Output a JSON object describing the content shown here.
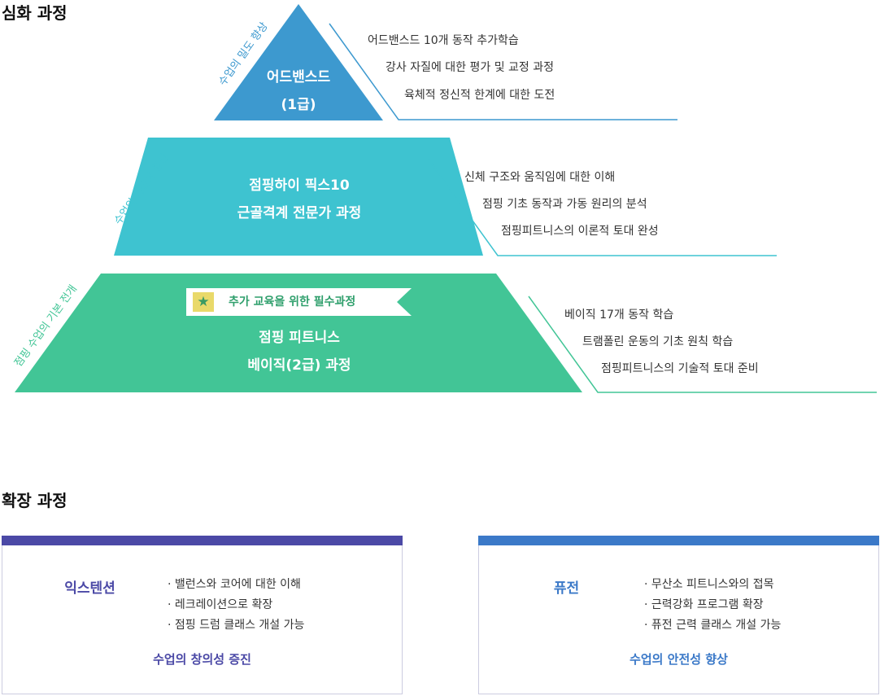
{
  "sections": {
    "advanced_title": "심화 과정",
    "extension_title": "확장 과정"
  },
  "pyramid": {
    "tiers": [
      {
        "lines": [
          "어드밴스드",
          "(1급)"
        ],
        "side_label": "수업의 밀도 향상",
        "color": "#3d99cf",
        "desc": [
          "어드밴스드 10개 동작 추가학습",
          "강사 자질에 대한 평가 및 교정 과정",
          "육체적 정신적 한계에 대한 도전"
        ]
      },
      {
        "lines": [
          "점핑하이 픽스10",
          "근골격계 전문가 과정"
        ],
        "side_label": "수업의 안전성 향상",
        "color": "#3ec3d0",
        "desc": [
          "신체 구조와 움직임에 대한 이해",
          "점핑 기초 동작과 가동 원리의 분석",
          "점핑피트니스의 이론적 토대 완성"
        ]
      },
      {
        "lines": [
          "점핑 피트니스",
          "베이직(2급) 과정"
        ],
        "side_label": "점핑 수업의 기본 전개",
        "color": "#42c596",
        "ribbon": "추가 교육을 위한 필수과정",
        "desc": [
          "베이직 17개 동작 학습",
          "트램폴린 운동의 기초 원칙 학습",
          "점핑피트니스의 기술적 토대 준비"
        ]
      }
    ]
  },
  "cards": [
    {
      "title": "익스텐션",
      "accent": "#4b49a6",
      "items": [
        "· 밸런스와 코어에 대한 이해",
        "· 레크레이션으로 확장",
        "· 점핑 드럼 클래스 개설 가능"
      ],
      "footer": "수업의 창의성 증진"
    },
    {
      "title": "퓨전",
      "accent": "#3b79c8",
      "items": [
        "· 무산소 피트니스와의 접목",
        "· 근력강화 프로그램 확장",
        "· 퓨전 근력 클래스 개설 가능"
      ],
      "footer": "수업의 안전성 향상"
    }
  ]
}
